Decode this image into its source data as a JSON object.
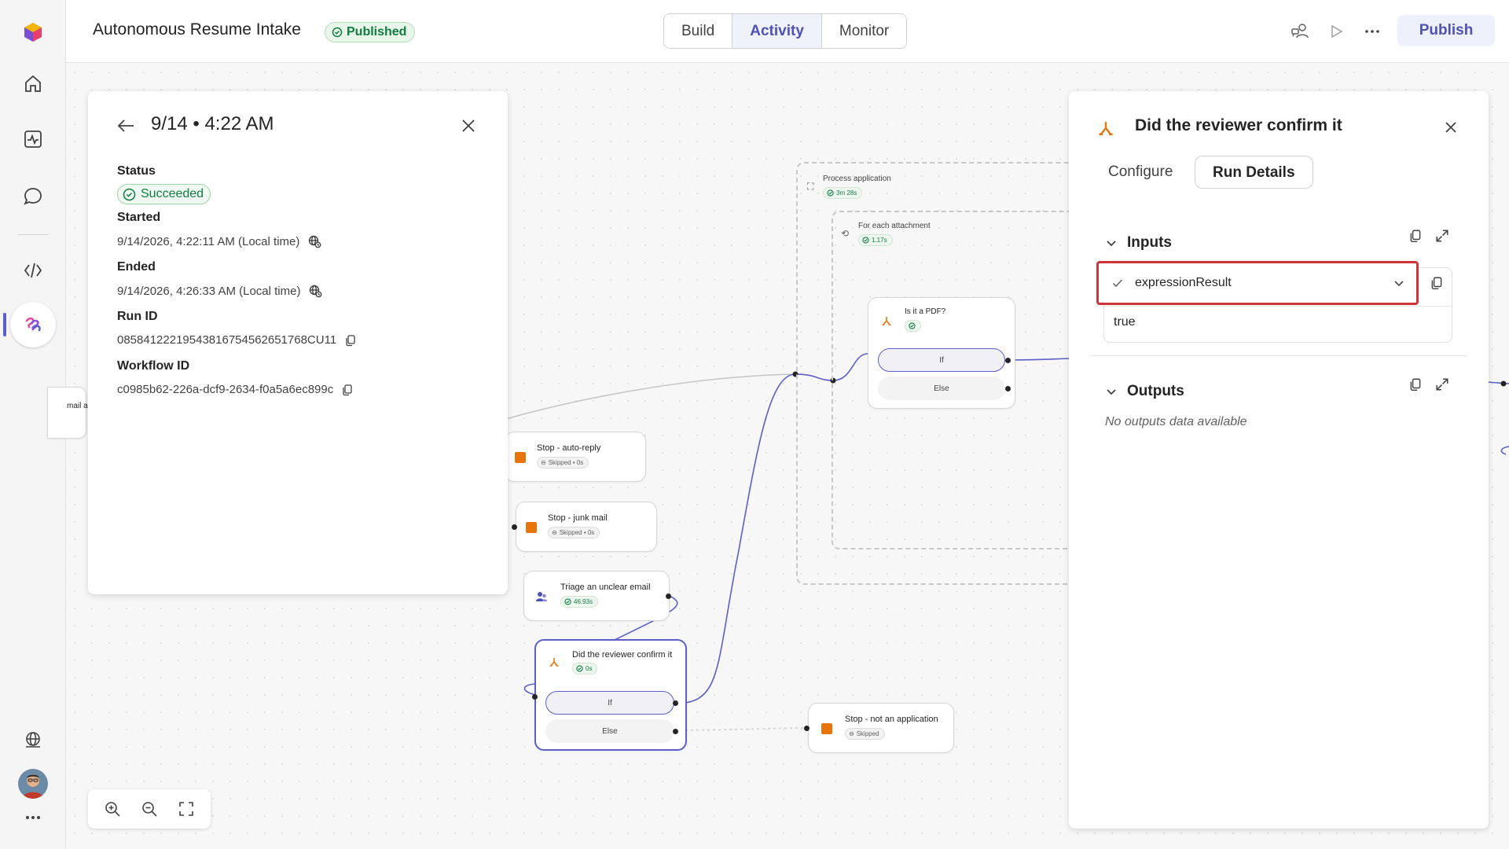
{
  "header": {
    "title": "Autonomous Resume Intake",
    "status_badge": "Published",
    "tabs": [
      {
        "label": "Build"
      },
      {
        "label": "Activity"
      },
      {
        "label": "Monitor"
      }
    ],
    "active_tab": "Activity",
    "publish_label": "Publish"
  },
  "run": {
    "title": "9/14 • 4:22 AM",
    "status_label": "Status",
    "status_value": "Succeeded",
    "started_label": "Started",
    "started_value": "9/14/2026, 4:22:11 AM (Local time)",
    "ended_label": "Ended",
    "ended_value": "9/14/2026, 4:26:33 AM (Local time)",
    "run_id_label": "Run ID",
    "run_id_value": "08584122219543816754562651768CU11",
    "workflow_id_label": "Workflow ID",
    "workflow_id_value": "c0985b62-226a-dcf9-2634-f0a5a6ec899c"
  },
  "canvas": {
    "partial_node_label": "mail a",
    "groups": {
      "process": {
        "label": "Process application",
        "duration": "3m 28s"
      },
      "foreach": {
        "label": "For each attachment",
        "duration": "1.17s"
      }
    },
    "nodes": {
      "pdf": {
        "title": "Is it a PDF?",
        "if": "If",
        "else": "Else"
      },
      "stop_autoreply": {
        "title": "Stop - auto-reply",
        "status": "Skipped • 0s"
      },
      "stop_junk": {
        "title": "Stop - junk mail",
        "status": "Skipped • 0s"
      },
      "triage": {
        "title": "Triage an unclear email",
        "duration": "46.93s"
      },
      "confirm": {
        "title": "Did the reviewer confirm it",
        "duration": "0s",
        "if": "If",
        "else": "Else"
      },
      "stop_notapp": {
        "title": "Stop - not an application",
        "status": "Skipped"
      }
    }
  },
  "details": {
    "title": "Did the reviewer confirm it",
    "tabs": [
      {
        "label": "Configure"
      },
      {
        "label": "Run Details"
      }
    ],
    "active_tab": "Run Details",
    "inputs_label": "Inputs",
    "input_name": "expressionResult",
    "input_value": "true",
    "outputs_label": "Outputs",
    "no_outputs": "No outputs data available"
  },
  "colors": {
    "accent": "#5b5fc7",
    "success": "#107c41",
    "stop": "#e8740c",
    "highlight": "#d13438"
  }
}
